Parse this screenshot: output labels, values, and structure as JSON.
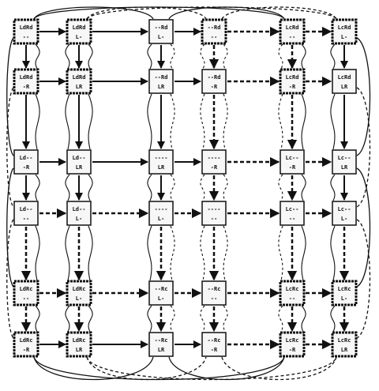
{
  "colors": {
    "ink": "#111111",
    "background": "#ffffff",
    "node_fill": "#f7f7f7"
  },
  "rows": [
    {
      "nodes": [
        {
          "line1": "LdRd",
          "line2": "--",
          "thick": true
        },
        {
          "line1": "LdRd",
          "line2": "L-",
          "thick": true
        },
        {
          "line1": "--Rd",
          "line2": "L-",
          "thick": false
        },
        {
          "line1": "--Rd",
          "line2": "--",
          "thick": true
        },
        {
          "line1": "LcRd",
          "line2": "--",
          "thick": true
        },
        {
          "line1": "LcRd",
          "line2": "L-",
          "thick": true
        }
      ]
    },
    {
      "nodes": [
        {
          "line1": "LdRd",
          "line2": "-R",
          "thick": true
        },
        {
          "line1": "LdRd",
          "line2": "LR",
          "thick": true
        },
        {
          "line1": "--Rd",
          "line2": "LR",
          "thick": false
        },
        {
          "line1": "--Rd",
          "line2": "-R",
          "thick": false
        },
        {
          "line1": "LcRd",
          "line2": "-R",
          "thick": true
        },
        {
          "line1": "LcRd",
          "line2": "LR",
          "thick": false
        }
      ]
    },
    {
      "nodes": [
        {
          "line1": "Ld--",
          "line2": "-R",
          "thick": false
        },
        {
          "line1": "Ld--",
          "line2": "LR",
          "thick": false
        },
        {
          "line1": "----",
          "line2": "LR",
          "thick": false
        },
        {
          "line1": "----",
          "line2": "-R",
          "thick": false
        },
        {
          "line1": "Lc--",
          "line2": "-R",
          "thick": false
        },
        {
          "line1": "Lc--",
          "line2": "LR",
          "thick": false
        }
      ]
    },
    {
      "nodes": [
        {
          "line1": "Ld--",
          "line2": "--",
          "thick": false
        },
        {
          "line1": "Ld--",
          "line2": "L-",
          "thick": false
        },
        {
          "line1": "----",
          "line2": "L-",
          "thick": false
        },
        {
          "line1": "----",
          "line2": "--",
          "thick": false
        },
        {
          "line1": "Lc--",
          "line2": "--",
          "thick": false
        },
        {
          "line1": "Lc--",
          "line2": "L-",
          "thick": false
        }
      ]
    },
    {
      "nodes": [
        {
          "line1": "LdRc",
          "line2": "--",
          "thick": true
        },
        {
          "line1": "LdRc",
          "line2": "L-",
          "thick": true
        },
        {
          "line1": "--Rc",
          "line2": "L-",
          "thick": false
        },
        {
          "line1": "--Rc",
          "line2": "--",
          "thick": false
        },
        {
          "line1": "LcRc",
          "line2": "--",
          "thick": true
        },
        {
          "line1": "LcRc",
          "line2": "L-",
          "thick": true
        }
      ]
    },
    {
      "nodes": [
        {
          "line1": "LdRc",
          "line2": "-R",
          "thick": true
        },
        {
          "line1": "LdRc",
          "line2": "LR",
          "thick": true
        },
        {
          "line1": "--Rc",
          "line2": "LR",
          "thick": false
        },
        {
          "line1": "--Rc",
          "line2": "-R",
          "thick": false
        },
        {
          "line1": "LcRc",
          "line2": "-R",
          "thick": true
        },
        {
          "line1": "LcRc",
          "line2": "LR",
          "thick": true
        }
      ]
    }
  ]
}
